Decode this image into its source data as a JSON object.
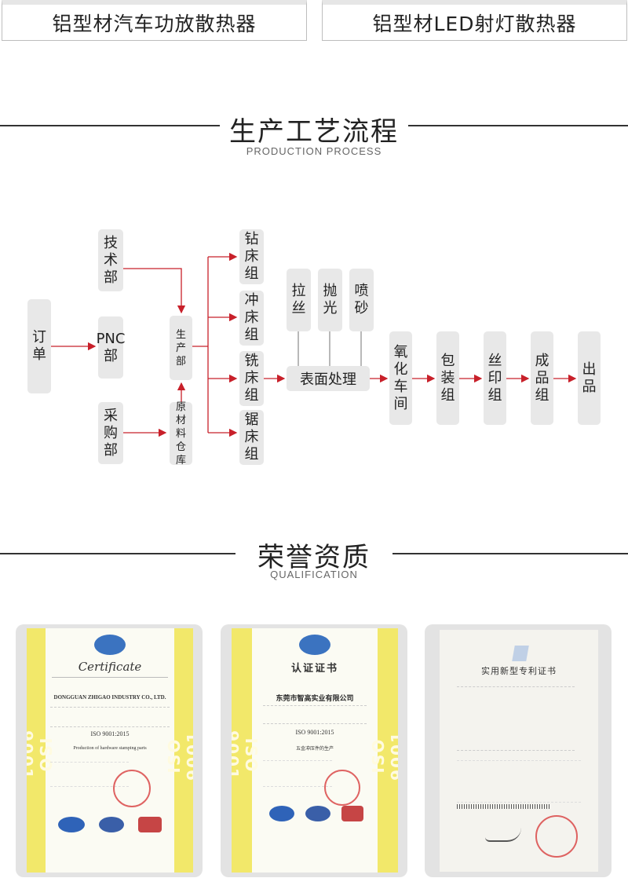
{
  "top_boxes": [
    "铝型材汽车功放散热器",
    "铝型材LED射灯散热器"
  ],
  "production": {
    "title": "生产工艺流程",
    "subtitle": "PRODUCTION PROCESS",
    "nodes": {
      "order": "订单",
      "tech": "技术部",
      "pnc": "PNC部",
      "purchase": "采购部",
      "production_dept": "生产部",
      "warehouse": "原材料仓库",
      "drill": "钻床组",
      "punch": "冲床组",
      "mill": "铣床组",
      "saw": "锯床组",
      "brush": "拉丝",
      "polish": "抛光",
      "sandblast": "喷砂",
      "surface": "表面处理",
      "oxidation": "氧化车间",
      "packing": "包装组",
      "printing": "丝印组",
      "finished": "成品组",
      "shipping": "出品"
    }
  },
  "qualification": {
    "title": "荣誉资质",
    "subtitle": "QUALIFICATION"
  },
  "certificates": {
    "cert1": {
      "script_title": "Certificate",
      "company": "DONGGUAN ZHIGAO INDUSTRY CO., LTD.",
      "standard": "ISO 9001:2015",
      "scope": "Production of hardware stamping parts",
      "side_text": "ISO 9001"
    },
    "cert2": {
      "title": "认证证书",
      "company": "东莞市智高实业有限公司",
      "standard": "ISO 9001:2015",
      "scope": "五金冲压件的生产",
      "side_text": "ISO 9001"
    },
    "cert3": {
      "title": "实用新型专利证书"
    }
  }
}
